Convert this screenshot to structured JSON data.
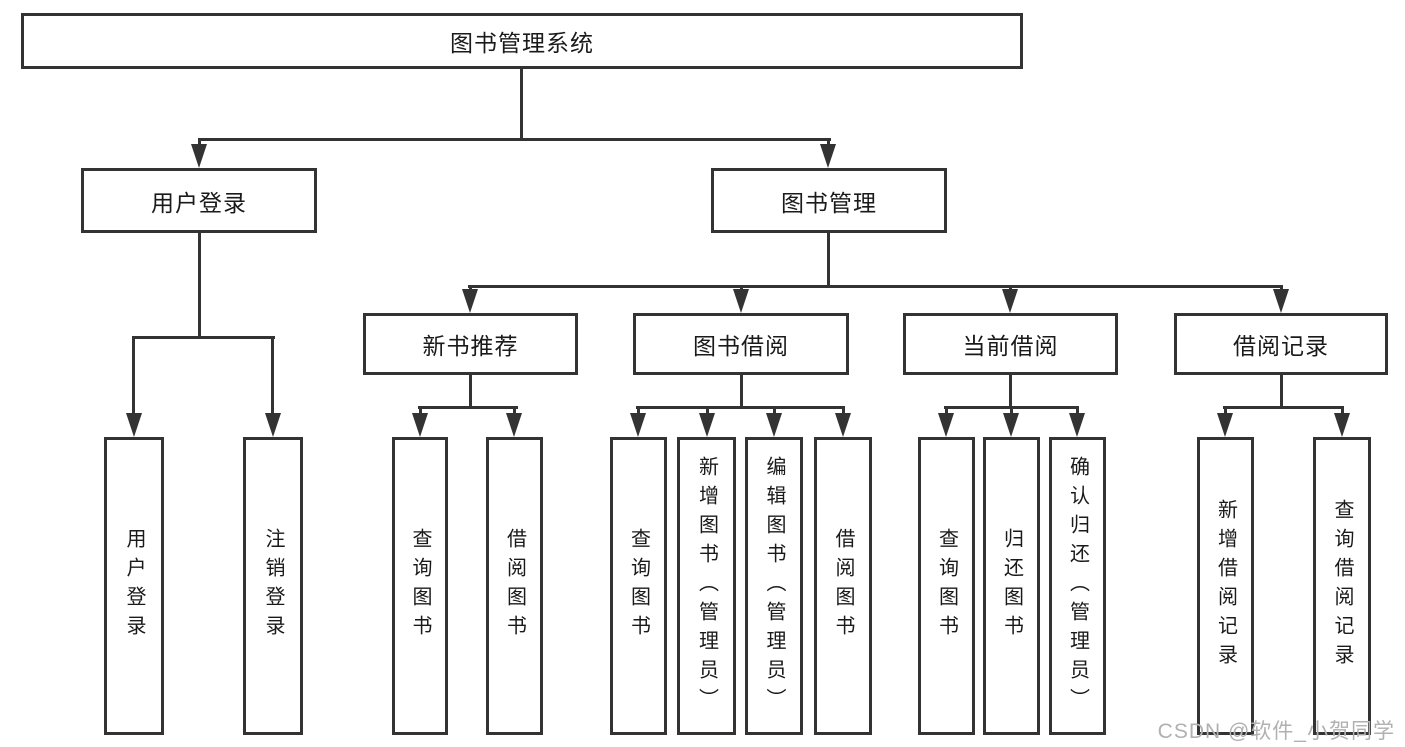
{
  "diagram": {
    "root": {
      "label": "图书管理系统"
    },
    "branches": [
      {
        "label": "用户登录",
        "leaves": [
          "用户登录",
          "注销登录"
        ]
      },
      {
        "label": "图书管理",
        "groups": [
          {
            "label": "新书推荐",
            "leaves": [
              "查询图书",
              "借阅图书"
            ]
          },
          {
            "label": "图书借阅",
            "leaves": [
              "查询图书",
              "新增图书（管理员）",
              "编辑图书（管理员）",
              "借阅图书"
            ]
          },
          {
            "label": "当前借阅",
            "leaves": [
              "查询图书",
              "归还图书",
              "确认归还（管理员）"
            ]
          },
          {
            "label": "借阅记录",
            "leaves": [
              "新增借阅记录",
              "查询借阅记录"
            ]
          }
        ]
      }
    ]
  },
  "watermark": "CSDN @软件_小贺同学",
  "colors": {
    "line": "#333333",
    "text": "#1a1a1a",
    "watermark": "#b2b0b0",
    "background": "#ffffff"
  }
}
